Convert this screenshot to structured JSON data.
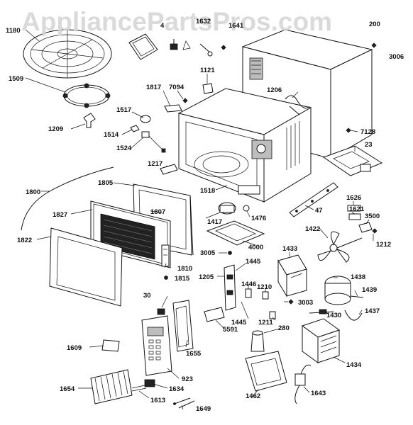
{
  "watermark": "AppliancePartsPros.com",
  "labels": {
    "l1180": "1180",
    "l4": "4",
    "l1632": "1632",
    "l1641": "1641",
    "l200": "200",
    "l3006": "3006",
    "l1509": "1509",
    "l1121": "1121",
    "l1817": "1817",
    "l7094": "7094",
    "l1206": "1206",
    "l1517": "1517",
    "l1209": "1209",
    "l1514": "1514",
    "l1524": "1524",
    "l7128": "7128",
    "l23": "23",
    "l1217": "1217",
    "l1800": "1800",
    "l1805": "1805",
    "l1518": "1518",
    "l1626": "1626",
    "l1621": "1621",
    "l47": "47",
    "l3500": "3500",
    "l1827": "1827",
    "l1807": "1807",
    "l1417": "1417",
    "l1476": "1476",
    "l1422": "1422",
    "l1822": "1822",
    "l1212": "1212",
    "l4000": "4000",
    "l1810": "1810",
    "l3005": "3005",
    "l1433": "1433",
    "l1445a": "1445",
    "l1815": "1815",
    "l1205": "1205",
    "l1438": "1438",
    "l1446": "1446",
    "l1210": "1210",
    "l1439": "1439",
    "l30": "30",
    "l3003": "3003",
    "l1437": "1437",
    "l1430": "1430",
    "l1445b": "1445",
    "l1211": "1211",
    "l280": "280",
    "l5591": "5591",
    "l1609": "1609",
    "l1655": "1655",
    "l1434": "1434",
    "l923": "923",
    "l1654": "1654",
    "l1634": "1634",
    "l1462": "1462",
    "l1643": "1643",
    "l1613": "1613",
    "l1649": "1649"
  }
}
